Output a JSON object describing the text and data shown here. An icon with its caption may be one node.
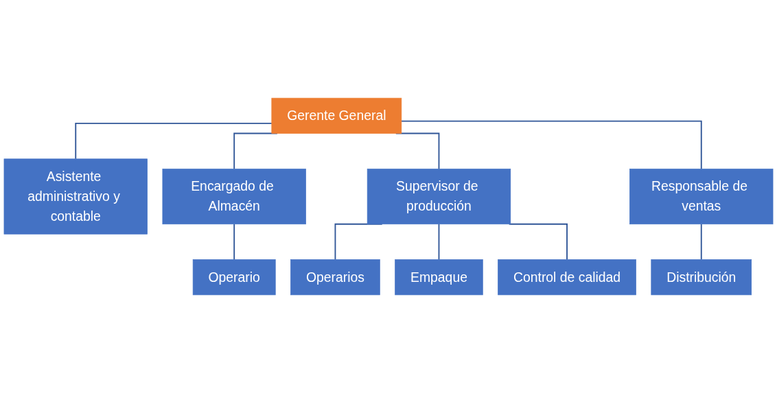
{
  "diagram": {
    "nodes": [
      {
        "text": [
          "Gerente General"
        ]
      },
      {
        "text": [
          "Asistente administrativo y contable"
        ]
      },
      {
        "text": [
          "Encargado de Almacén"
        ]
      },
      {
        "text": [
          "Supervisor de producción"
        ]
      },
      {
        "text": [
          "Responsable de ventas"
        ]
      },
      {
        "text": [
          "Operario"
        ]
      },
      {
        "text": [
          "Operarios"
        ]
      },
      {
        "text": [
          "Empaque"
        ]
      },
      {
        "text": [
          "Control de calidad"
        ]
      },
      {
        "text": [
          "Distribución"
        ]
      }
    ],
    "edges": [
      {
        "from": 0,
        "to": 1,
        "arrow": "none"
      },
      {
        "from": 0,
        "to": 2,
        "arrow": "none"
      },
      {
        "from": 0,
        "to": 3,
        "arrow": "none"
      },
      {
        "from": 0,
        "to": 4,
        "arrow": "none"
      },
      {
        "from": 2,
        "to": 5,
        "arrow": "none"
      },
      {
        "from": 3,
        "to": 6,
        "arrow": "none"
      },
      {
        "from": 3,
        "to": 7,
        "arrow": "none"
      },
      {
        "from": 3,
        "to": 8,
        "arrow": "none"
      },
      {
        "from": 4,
        "to": 9,
        "arrow": "none"
      }
    ]
  }
}
